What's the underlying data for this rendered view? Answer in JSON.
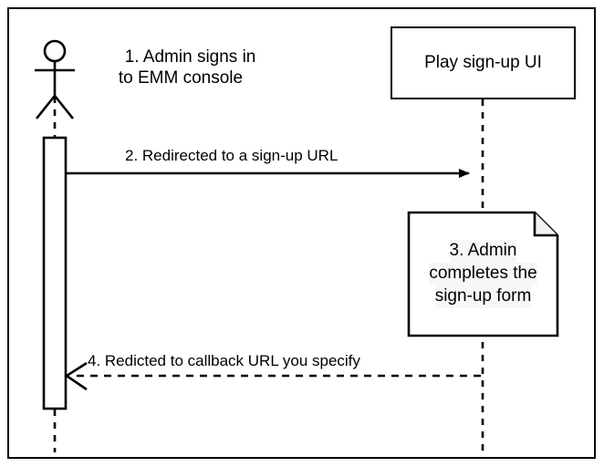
{
  "diagram": {
    "type": "uml-sequence-diagram",
    "background_color": "#ffffff",
    "stroke_color": "#000000",
    "note_fill_color": "#ffffff",
    "text_highlight_color": "#f7f7f7"
  },
  "actor": {
    "icon": "actor-stick-figure",
    "caption_line1": "1. Admin signs in",
    "caption_line2": "to EMM console"
  },
  "participant": {
    "label": "Play sign-up UI"
  },
  "messages": [
    {
      "id": "msg-2",
      "label": "2. Redirected to a sign-up URL",
      "direction": "left-to-right",
      "line_style": "solid",
      "arrowhead": "filled"
    },
    {
      "id": "msg-4",
      "label": "4. Redicted to callback URL you specify",
      "direction": "right-to-left",
      "line_style": "dashed",
      "arrowhead": "open"
    }
  ],
  "note": {
    "shape": "folded-corner-note",
    "line1": "3. Admin",
    "line2": "completes the",
    "line3": "sign-up form"
  }
}
